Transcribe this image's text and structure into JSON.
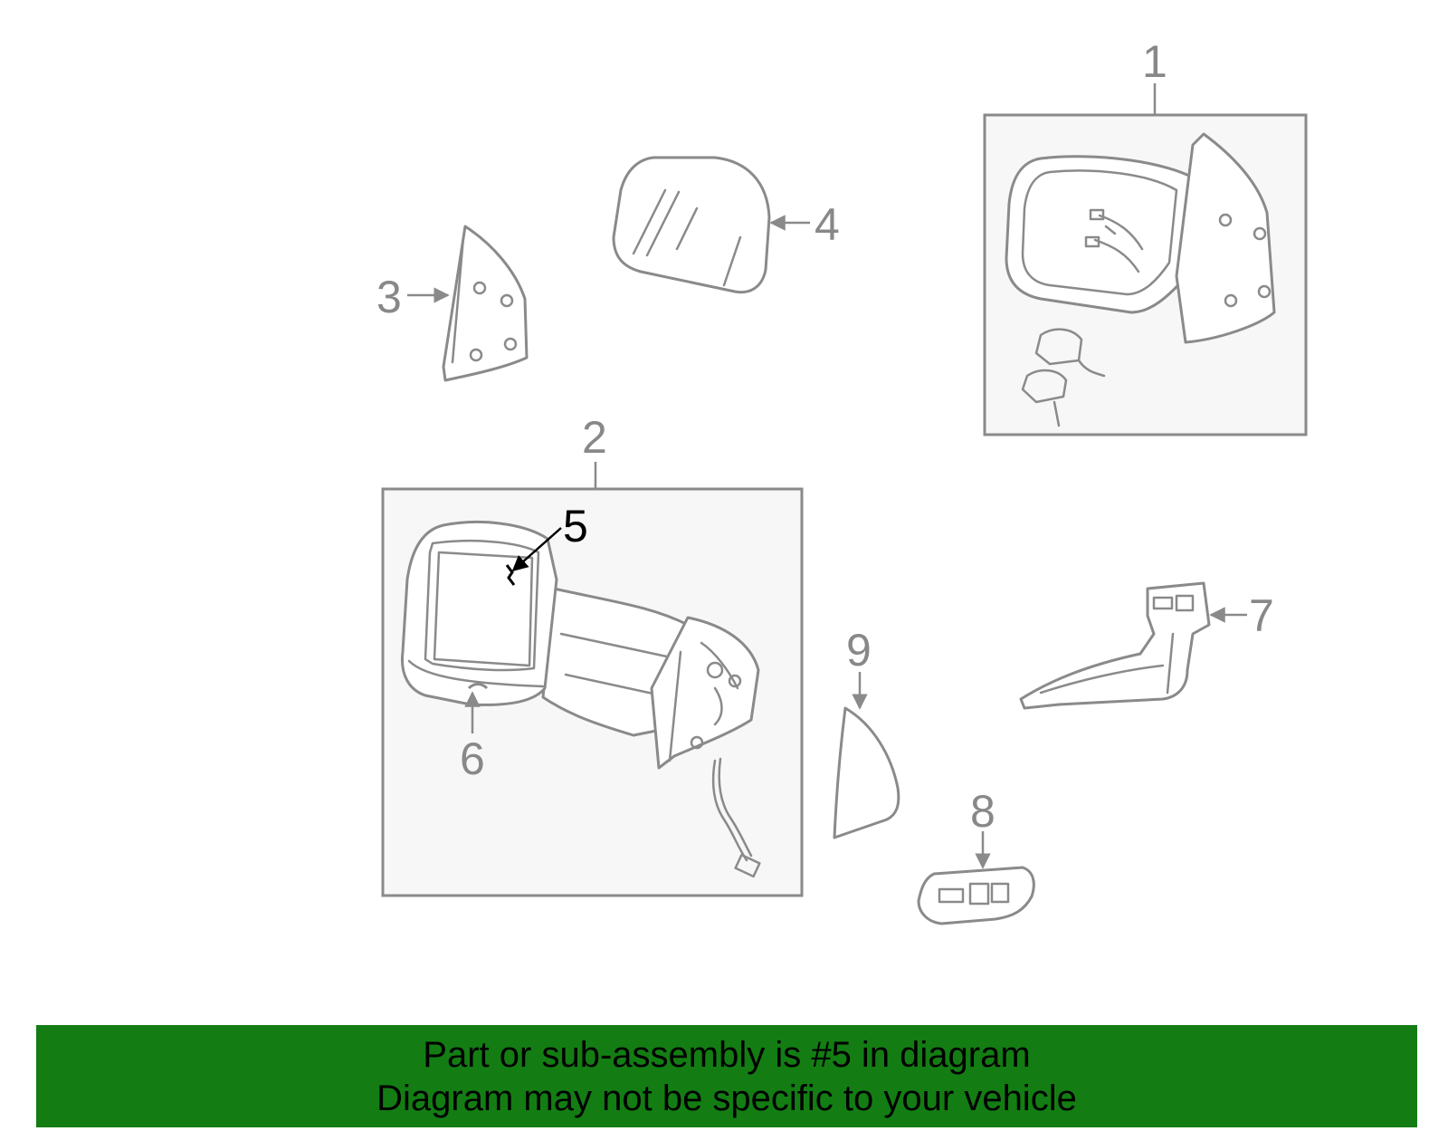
{
  "diagram": {
    "highlighted_part": "5",
    "callouts": [
      {
        "id": "c1",
        "label": "1"
      },
      {
        "id": "c2",
        "label": "2"
      },
      {
        "id": "c3",
        "label": "3"
      },
      {
        "id": "c4",
        "label": "4"
      },
      {
        "id": "c5",
        "label": "5"
      },
      {
        "id": "c6",
        "label": "6"
      },
      {
        "id": "c7",
        "label": "7"
      },
      {
        "id": "c8",
        "label": "8"
      },
      {
        "id": "c9",
        "label": "9"
      }
    ]
  },
  "banner": {
    "line1": "Part or sub-assembly is #5 in diagram",
    "line2": "Diagram may not be specific to your vehicle",
    "background": "#137d13"
  }
}
